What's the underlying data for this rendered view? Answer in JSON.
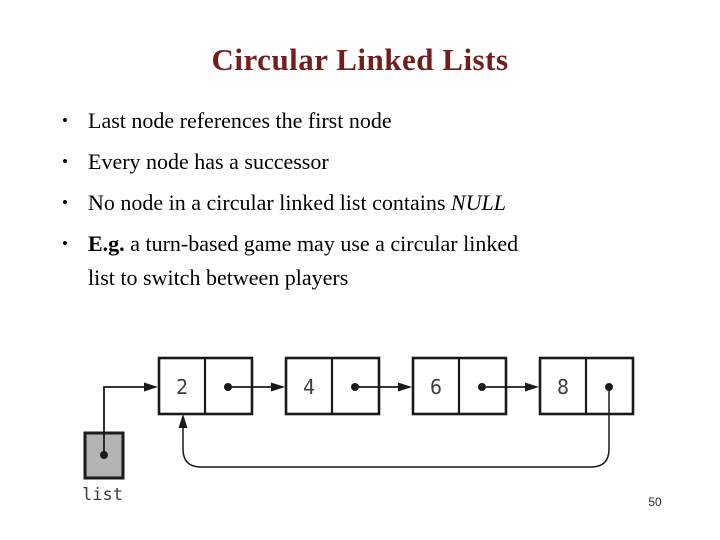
{
  "slide": {
    "title": "Circular Linked Lists",
    "page_number": "50",
    "bullet_char": "•",
    "bullets": [
      {
        "segments": [
          {
            "text": "Last node references the first node",
            "style": "normal"
          }
        ]
      },
      {
        "segments": [
          {
            "text": "Every node has a successor",
            "style": "normal"
          }
        ]
      },
      {
        "segments": [
          {
            "text": "No node in a circular linked list contains ",
            "style": "normal"
          },
          {
            "text": "NULL",
            "style": "italic"
          }
        ]
      },
      {
        "segments": [
          {
            "text": "E.g.",
            "style": "bold"
          },
          {
            "text": " a turn-based game may use a circular linked",
            "style": "normal"
          },
          {
            "text": "list to switch between players",
            "style": "normal"
          }
        ]
      }
    ]
  },
  "diagram": {
    "pointer_label": "list",
    "nodes": [
      {
        "value": "2"
      },
      {
        "value": "4"
      },
      {
        "value": "6"
      },
      {
        "value": "8"
      }
    ]
  },
  "colors": {
    "background": "#ffffff",
    "title_text": "#731d1d",
    "body_text": "#000000",
    "diagram_stroke": "#1a1a1a",
    "node_value_text": "#3f3f3f",
    "pointer_box_fill": "#b3b3b3"
  }
}
